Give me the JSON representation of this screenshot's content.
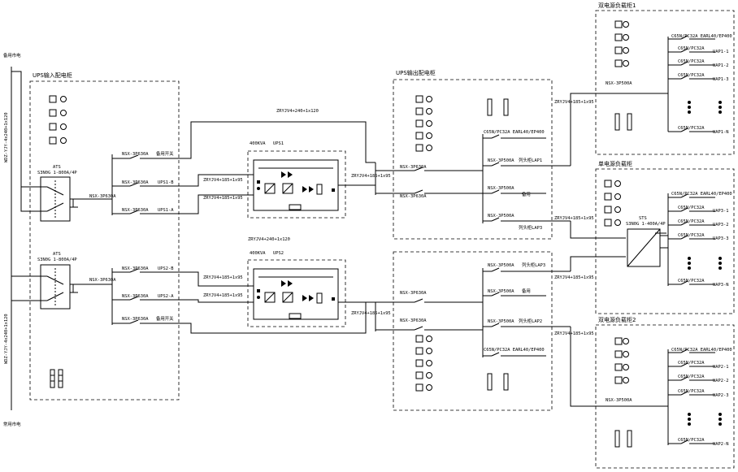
{
  "panels": {
    "ups_input": "UPS输入配电柜",
    "ups_output": "UPS输出配电柜",
    "dual_load1": "双电源负载柜1",
    "single_load": "单电源负载柜",
    "dual_load2": "双电源负载柜2"
  },
  "sources": {
    "backup_top": "备用市电",
    "main_bottom": "常用市电",
    "cable_left_top": "WDZ-YJY-4x240+1x120",
    "cable_left_bottom": "WDZ-YJY-4x240+1x120"
  },
  "ats_left": {
    "name": "ATS",
    "model": "S3N0G 1-800A/4P"
  },
  "breakers": {
    "nsx630a": "NSX-3P630A",
    "nsx500a": "NSX-3P500A",
    "c65": "C65N/PC32A",
    "c65_earl": "C65N/PC32A EARL40/EP400"
  },
  "labels": {
    "spare_switch": "备用开关",
    "ups1_b": "UPS1-B",
    "ups1_a": "UPS1-A",
    "ups2_b": "UPS2-B",
    "ups2_a": "UPS2-A",
    "ups1_capacity": "400KVA",
    "ups1_name": "UPS1",
    "ups2_capacity": "400KVA",
    "ups2_name": "UPS2",
    "spare": "备用",
    "col_head_lap1": "列头柜LAP1",
    "col_head_lap3": "列头柜LAP3",
    "col_head_lap2": "列头柜LAP2",
    "lap3_to": "列头柜LAP3"
  },
  "cables": {
    "ups_bypass_1": "ZRYJV4+240+1x120",
    "ups_bypass_2": "ZRYJV4+240+1x120",
    "ups_in": "ZRYJV4+185+1x95",
    "ups_out": "ZRYJV4+185+1x95",
    "feeder": "ZRYJV4+185+1x95"
  },
  "single_ats": {
    "name": "STS",
    "model": "S3N0G 1-400A/4P"
  },
  "outgoing": {
    "uap1": [
      "UAP1-1",
      "UAP1-2",
      "UAP1-3",
      "UAP1-N"
    ],
    "uap3": [
      "UAP3-1",
      "UAP3-2",
      "UAP3-3",
      "UAP3-N"
    ],
    "uap2": [
      "UAP2-1",
      "UAP2-2",
      "UAP2-3",
      "UAP2-N"
    ]
  }
}
